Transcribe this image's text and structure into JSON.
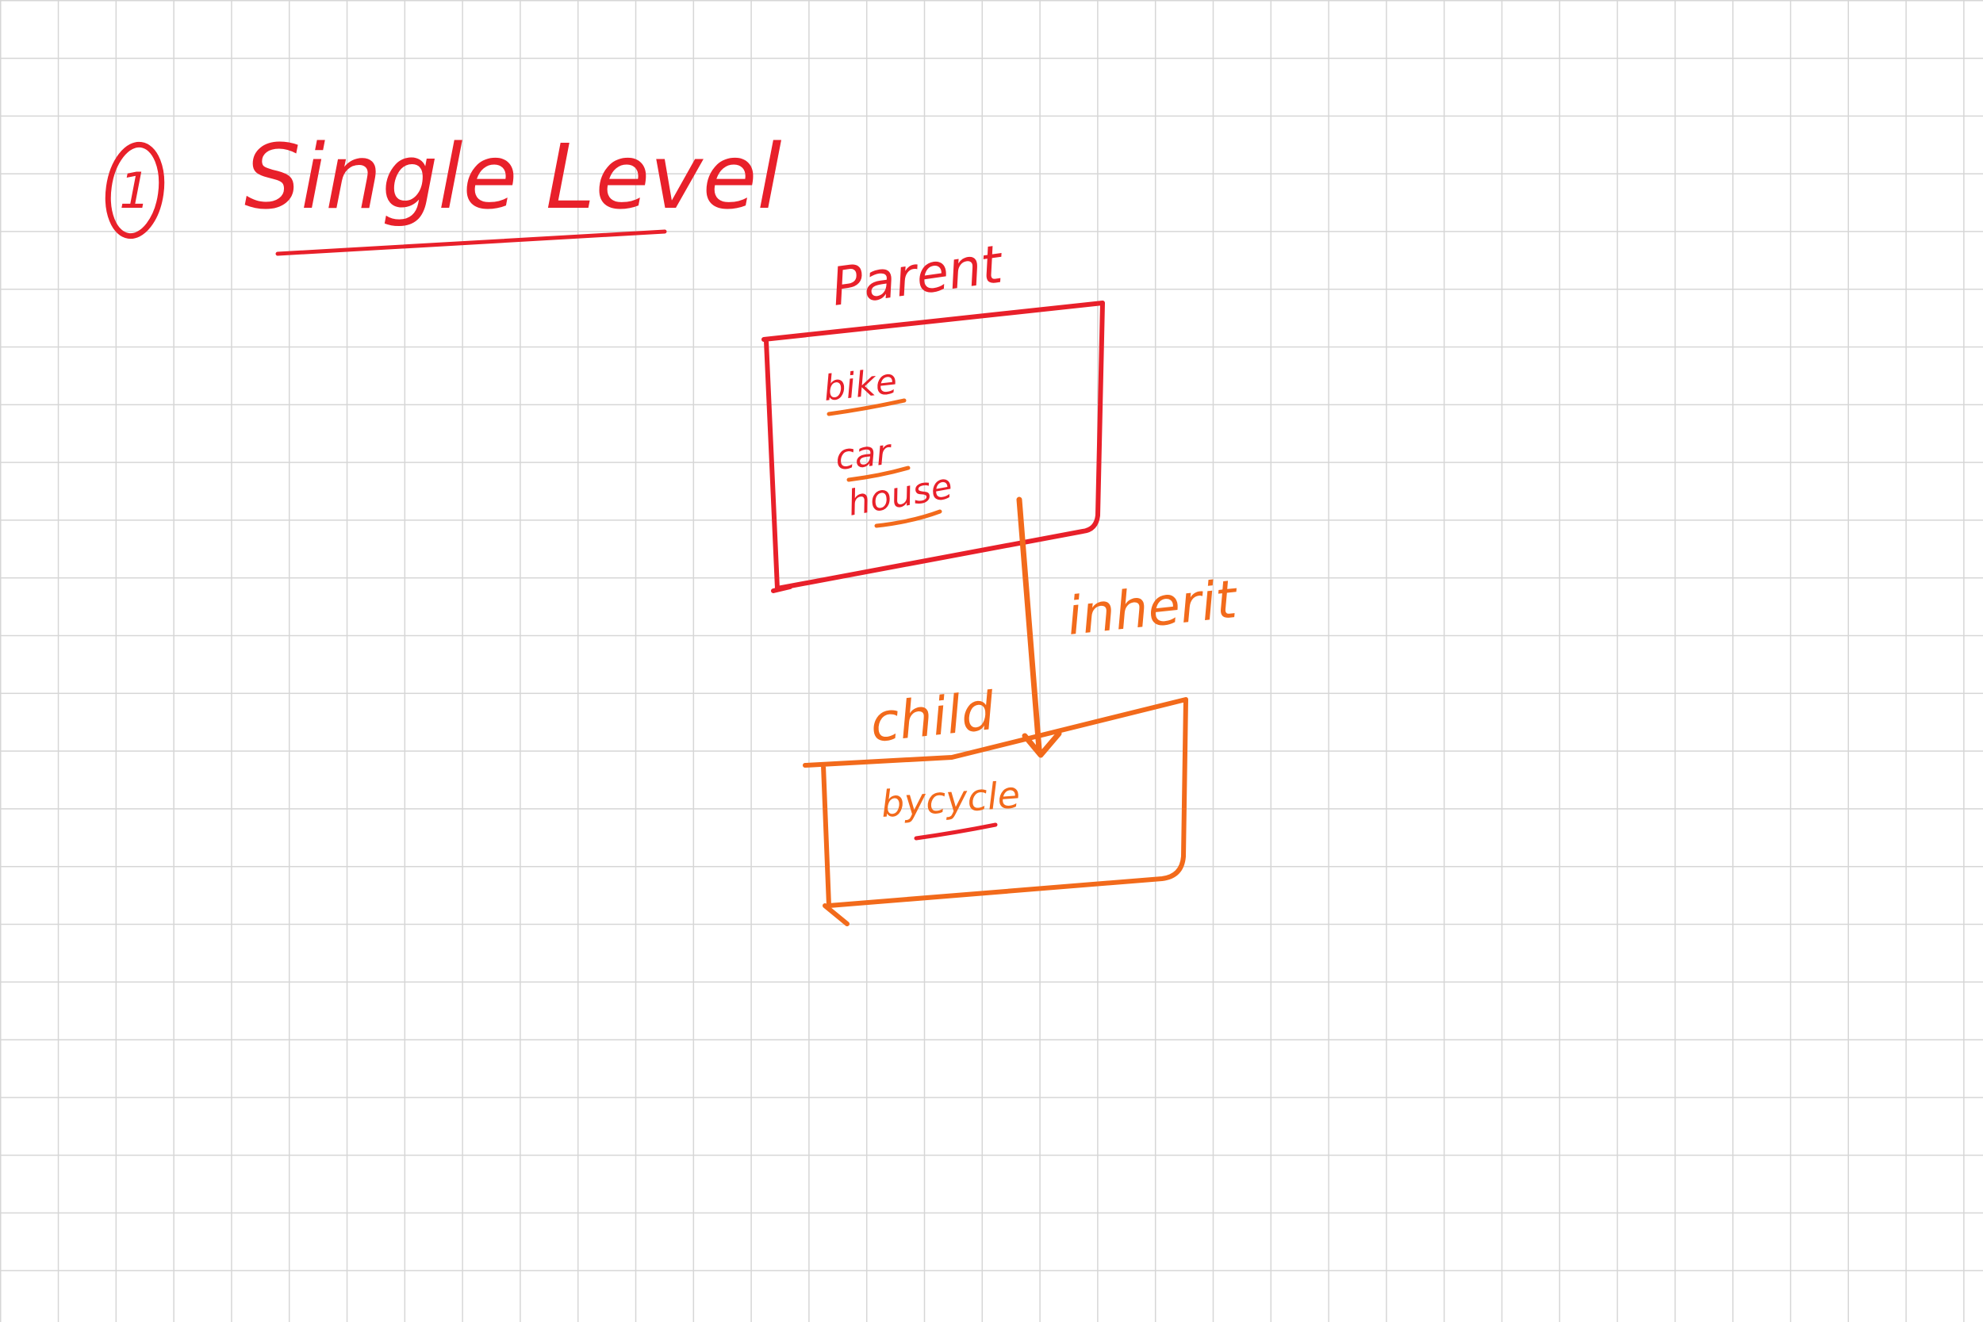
{
  "section": {
    "number": "1",
    "title": "Single Level"
  },
  "parent": {
    "label": "Parent",
    "items": [
      "bike",
      "car",
      "house"
    ]
  },
  "child": {
    "label": "child",
    "items": [
      "bycycle"
    ]
  },
  "relation": {
    "label": "inherit"
  },
  "colors": {
    "red_ink": "#e8202a",
    "orange_ink": "#f26a1b",
    "grid": "#d6d6d6",
    "paper": "#ffffff"
  }
}
